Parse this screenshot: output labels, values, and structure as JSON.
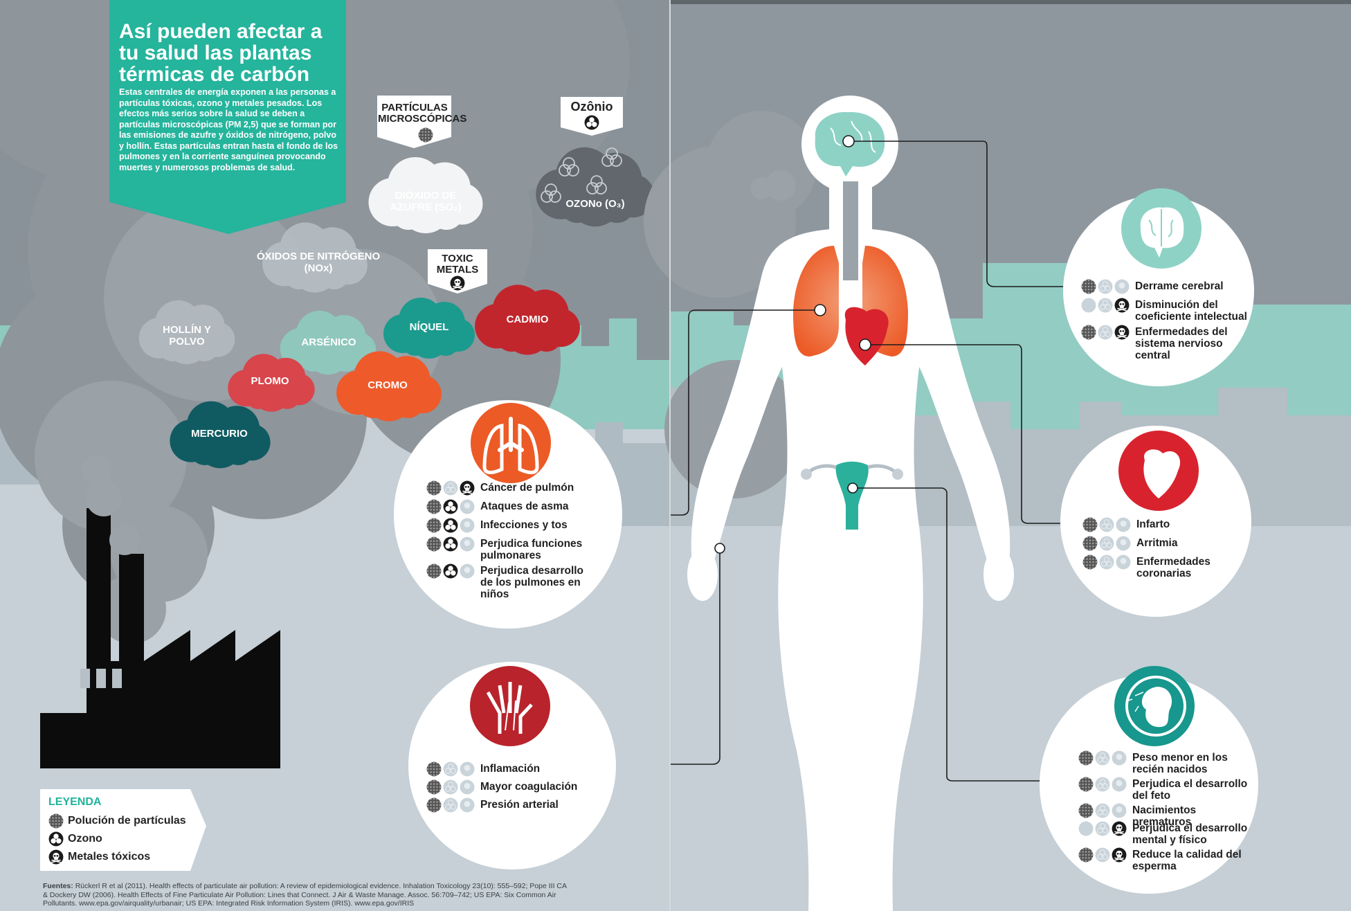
{
  "colors": {
    "teal": "#22b59c",
    "orange": "#ee5a2a",
    "red": "#c2262d",
    "dark_teal": "#0f5b61",
    "smoke": "#838a91",
    "white": "#ffffff"
  },
  "header": {
    "title": "Así pueden afectar a tu salud las plantas térmicas de carbón",
    "intro": "Estas centrales de energía exponen a las personas a partículas tóxicas, ozono y metales pesados. Los efectos más serios sobre la salud se deben a partículas microscópicas (PM 2,5) que se forman por las emisiones de azufre y óxidos de nitrógeno, polvo y hollín. Estas partículas entran hasta el fondo de los pulmones y en la corriente sanguínea provocando muertes y numerosos problemas de salud."
  },
  "tags": {
    "particles": "PARTÍCULAS MICROSCÓPICAS",
    "ozone": "Ozônio",
    "metals": "TOXIC METALS"
  },
  "clouds": {
    "so2": "DIÓXIDO DE AZUFRE (SO₂)",
    "o3": "OZONo (O₃)",
    "nox": "ÓXIDOS DE NITRÓGENO (NOx)",
    "hollin": "HOLLÍN Y POLVO",
    "arsenico": "ARSÉNICO",
    "niquel": "NÍQUEL",
    "cadmio": "CADMIO",
    "plomo": "PLOMO",
    "cromo": "CROMO",
    "mercurio": "MERCURIO"
  },
  "lungs": {
    "icon": "lungs-icon",
    "effects": [
      {
        "label": "Cáncer de pulmón",
        "icons": [
          "particle",
          "ozone-off",
          "metal"
        ]
      },
      {
        "label": "Ataques de asma",
        "icons": [
          "particle",
          "ozone",
          "metal-off"
        ]
      },
      {
        "label": "Infecciones y tos",
        "icons": [
          "particle",
          "ozone",
          "metal-off"
        ]
      },
      {
        "label": "Perjudica funciones pulmonares",
        "icons": [
          "particle",
          "ozone",
          "metal-off"
        ]
      },
      {
        "label": "Perjudica desarrollo de los pulmones en niños",
        "icons": [
          "particle",
          "ozone",
          "metal-off"
        ]
      }
    ]
  },
  "blood": {
    "icon": "hand-veins-icon",
    "effects": [
      {
        "label": "Inflamación",
        "icons": [
          "particle",
          "ozone-off",
          "metal-off"
        ]
      },
      {
        "label": "Mayor coagulación",
        "icons": [
          "particle",
          "ozone-off",
          "metal-off"
        ]
      },
      {
        "label": "Presión arterial",
        "icons": [
          "particle",
          "ozone-off",
          "metal-off"
        ]
      }
    ]
  },
  "brain": {
    "icon": "brain-icon",
    "effects": [
      {
        "label": "Derrame cerebral",
        "icons": [
          "particle",
          "ozone-off",
          "metal-off"
        ]
      },
      {
        "label": "Disminución del coeficiente intelectual",
        "icons": [
          "particle-off",
          "ozone-off",
          "metal"
        ]
      },
      {
        "label": "Enfermedades del sistema nervioso central",
        "icons": [
          "particle",
          "ozone-off",
          "metal"
        ]
      }
    ]
  },
  "heart": {
    "icon": "heart-icon",
    "effects": [
      {
        "label": "Infarto",
        "icons": [
          "particle",
          "ozone-off",
          "metal-off"
        ]
      },
      {
        "label": "Arritmia",
        "icons": [
          "particle",
          "ozone-off",
          "metal-off"
        ]
      },
      {
        "label": "Enfermedades coronarias",
        "icons": [
          "particle",
          "ozone-off",
          "metal-off"
        ]
      }
    ]
  },
  "fetus": {
    "icon": "fetus-icon",
    "effects": [
      {
        "label": "Peso menor en los recién nacidos",
        "icons": [
          "particle",
          "ozone-off",
          "metal-off"
        ]
      },
      {
        "label": "Perjudica el desarrollo del feto",
        "icons": [
          "particle",
          "ozone-off",
          "metal-off"
        ]
      },
      {
        "label": "Nacimientos prematuros",
        "icons": [
          "particle",
          "ozone-off",
          "metal-off"
        ]
      },
      {
        "label": "Perjudica el desarrollo mental y físico",
        "icons": [
          "particle-off",
          "ozone-off",
          "metal"
        ]
      },
      {
        "label": "Reduce la calidad del esperma",
        "icons": [
          "particle",
          "ozone-off",
          "metal"
        ]
      }
    ]
  },
  "legend": {
    "title": "LEYENDA",
    "particles": "Polución de partículas",
    "ozone": "Ozono",
    "metals": "Metales tóxicos"
  },
  "sources": {
    "label": "Fuentes:",
    "text": "Rückerl R et al (2011). Health effects of particulate air pollution: A review of epidemiological evidence. Inhalation Toxicology 23(10): 555–592; Pope III CA & Dockery DW (2006). Health Effects of Fine Particulate Air Pollution: Lines that Connect. J Air & Waste Manage. Assoc. 56:709–742; US EPA: Six Common Air Pollutants. www.epa.gov/airquality/urbanair; US EPA: Integrated Risk Information System (IRIS). www.epa.gov/IRIS"
  }
}
